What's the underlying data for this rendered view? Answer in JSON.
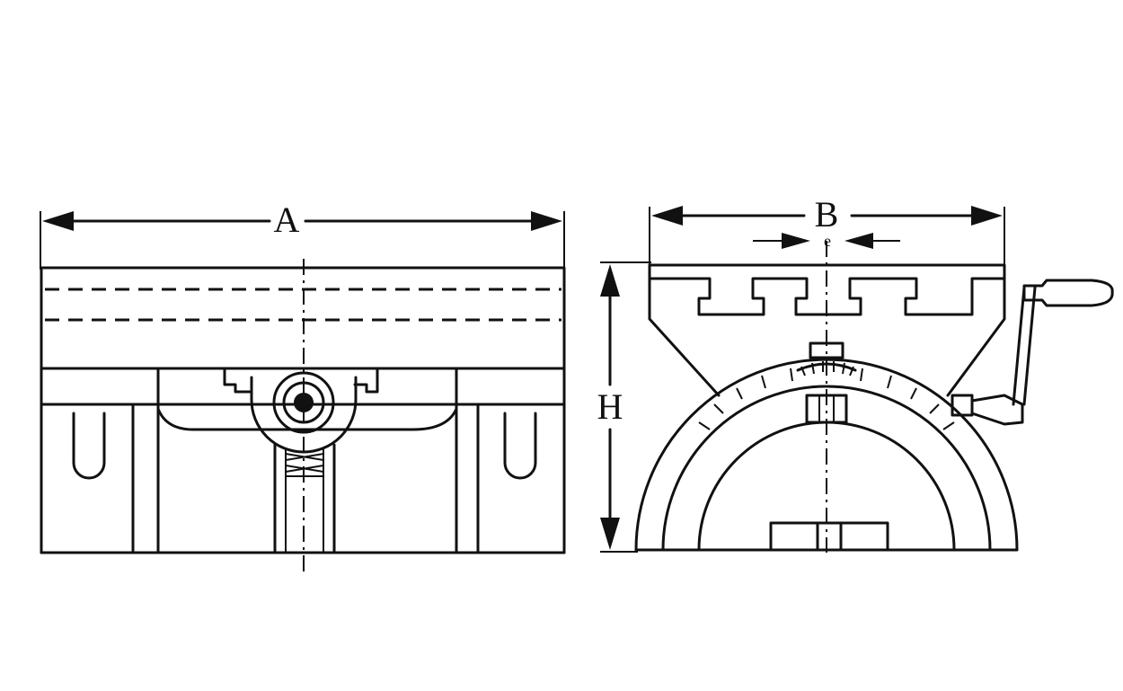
{
  "labels": {
    "A": "A",
    "B": "B",
    "e": "e",
    "H": "H"
  },
  "colors": {
    "line": "#111111",
    "background": "#ffffff"
  }
}
